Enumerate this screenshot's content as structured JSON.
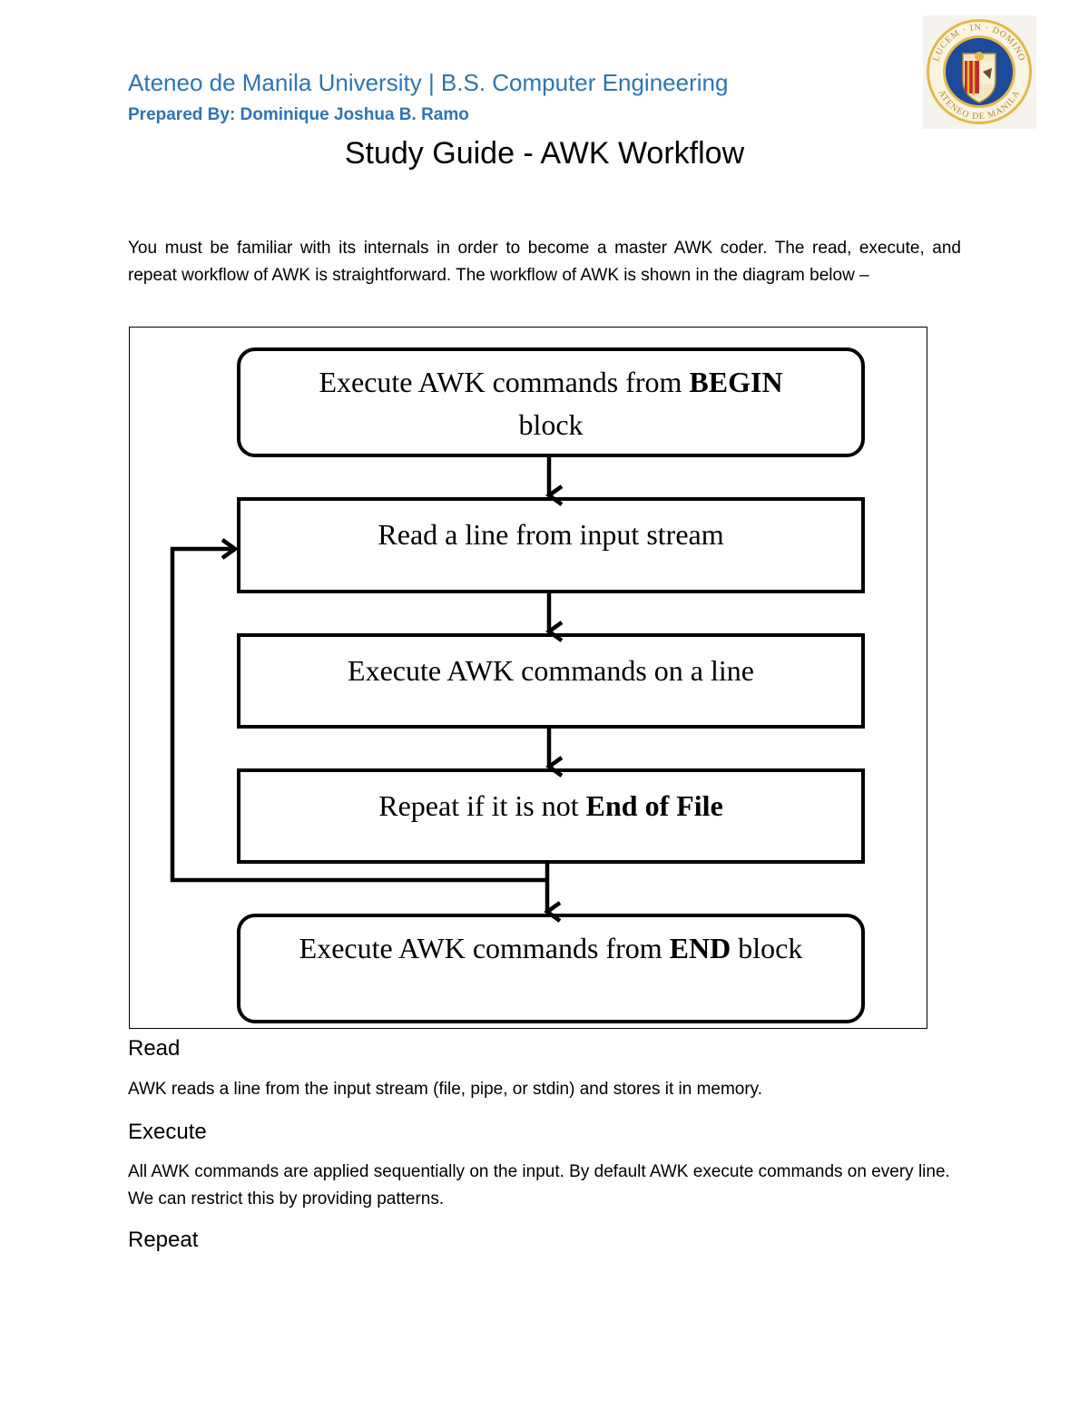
{
  "header": {
    "university_line": "Ateneo de Manila University | B.S. Computer Engineering",
    "prepared_by": "Prepared By: Dominique Joshua B. Ramo",
    "logo": {
      "icon": "ateneo-seal-icon",
      "top_text": "LUCEM · IN · DOMINO",
      "bottom_text": "ATENEO DE MANILA",
      "colors": {
        "ring": "#e3b94a",
        "shield_blue": "#1e4a9c",
        "stripe_red": "#c0282d",
        "stripe_gold": "#e8b838"
      }
    }
  },
  "title": "Study Guide - AWK  Workflow",
  "intro": "You must be familiar with its internals in order to become a master AWK coder. The read, execute, and repeat workflow of AWK is straightforward. The workflow of AWK is shown in the diagram below –",
  "diagram": {
    "nodes": [
      {
        "line1_pre": "Execute AWK commands from ",
        "line1_bold": "BEGIN",
        "line2": "block"
      },
      {
        "text": "Read a line from input stream"
      },
      {
        "text": "Execute AWK commands on a line"
      },
      {
        "pre": "Repeat if it is not ",
        "bold": "End of File"
      },
      {
        "pre": "Execute AWK commands from ",
        "bold": "END",
        "post": " block"
      }
    ]
  },
  "sections": [
    {
      "heading": "Read",
      "body": "AWK reads a line from the input stream (file, pipe, or stdin) and stores it in memory."
    },
    {
      "heading": "Execute",
      "body": "All AWK commands are applied sequentially on the input. By default AWK execute commands on every line. We can restrict this by providing patterns."
    },
    {
      "heading": "Repeat",
      "body": ""
    }
  ]
}
